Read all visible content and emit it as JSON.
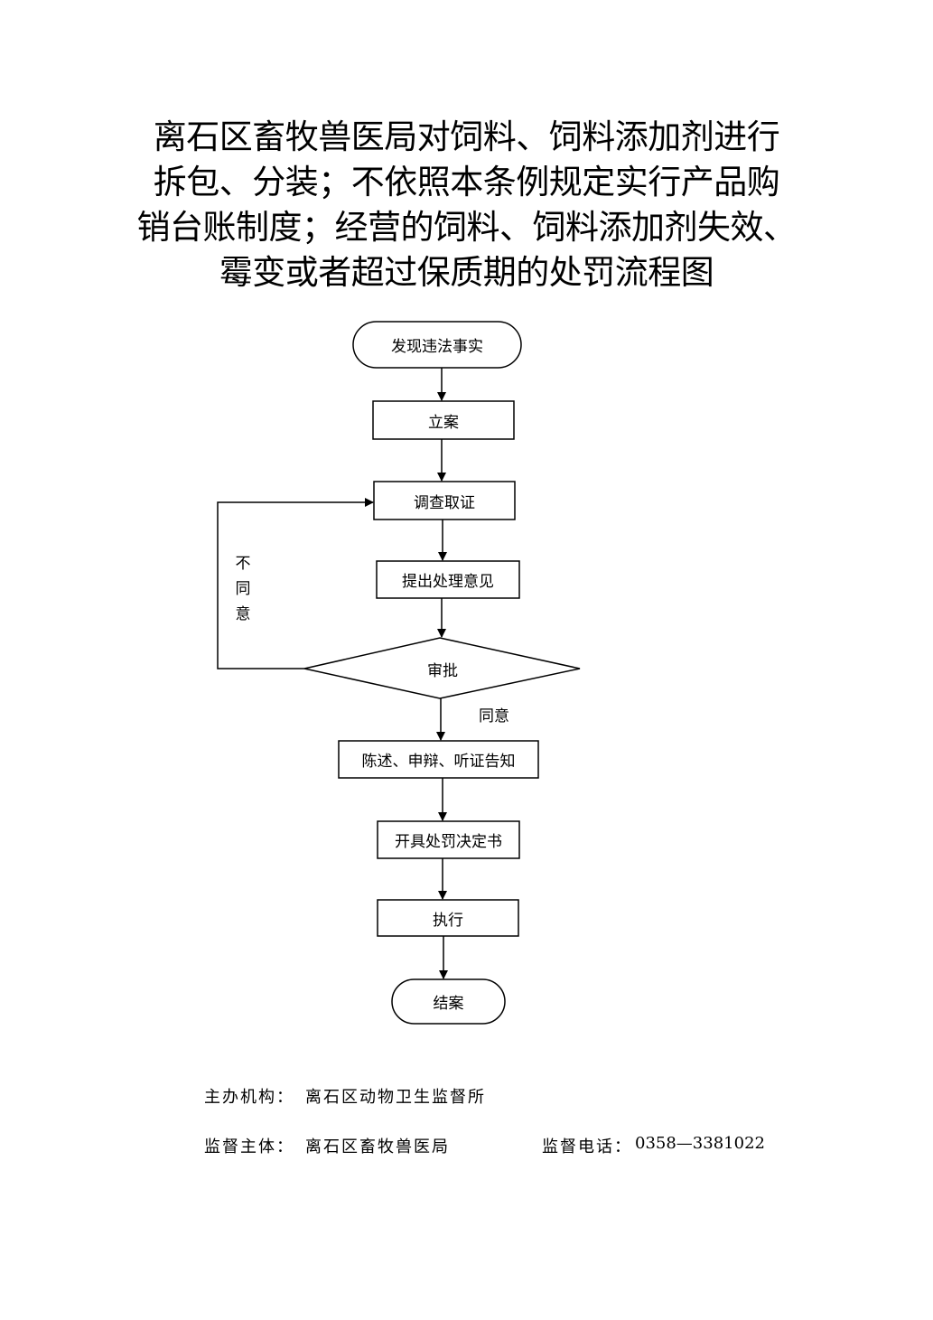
{
  "title": {
    "lines": [
      "离石区畜牧兽医局对饲料、饲料添加剂进行",
      "拆包、分装；不依照本条例规定实行产品购",
      "销台账制度；经营的饲料、饲料添加剂失效、",
      "霉变或者超过保质期的处罚流程图"
    ]
  },
  "flowchart": {
    "nodes": {
      "start": "发现违法事实",
      "register": "立案",
      "investigate": "调查取证",
      "propose": "提出处理意见",
      "approve": "审批",
      "hearing": "陈述、申辩、听证告知",
      "decision": "开具处罚决定书",
      "execute": "执行",
      "end": "结案"
    },
    "edges": {
      "disagree_label": [
        "不",
        "同",
        "意"
      ],
      "agree_label": "同意"
    }
  },
  "footer": {
    "organizer_label": "主办机构：",
    "organizer_value": "离石区动物卫生监督所",
    "supervisor_label": "监督主体：",
    "supervisor_value": "离石区畜牧兽医局",
    "phone_label": "监督电话：",
    "phone_value": "0358—3381022"
  }
}
